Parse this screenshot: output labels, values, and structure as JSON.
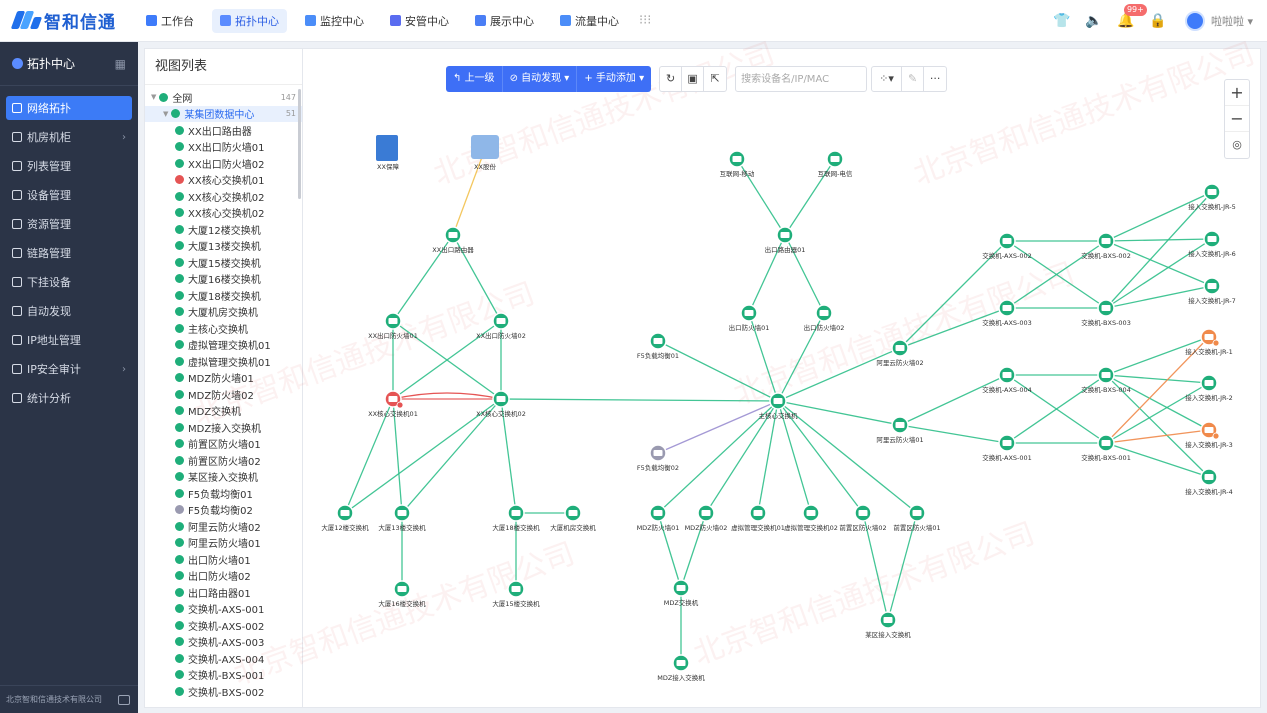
{
  "app": {
    "logo_text": "智和信通"
  },
  "nav": [
    {
      "label": "工作台",
      "active": false
    },
    {
      "label": "拓扑中心",
      "active": true
    },
    {
      "label": "监控中心",
      "active": false
    },
    {
      "label": "安管中心",
      "active": false
    },
    {
      "label": "展示中心",
      "active": false
    },
    {
      "label": "流量中心",
      "active": false
    }
  ],
  "header": {
    "notification_badge": "99+",
    "user_name": "啦啦啦"
  },
  "sidebar": {
    "title": "拓扑中心",
    "items": [
      {
        "label": "网络拓扑",
        "active": true,
        "arrow": ""
      },
      {
        "label": "机房机柜",
        "active": false,
        "arrow": "›"
      },
      {
        "label": "列表管理",
        "active": false,
        "arrow": ""
      },
      {
        "label": "设备管理",
        "active": false,
        "arrow": ""
      },
      {
        "label": "资源管理",
        "active": false,
        "arrow": ""
      },
      {
        "label": "链路管理",
        "active": false,
        "arrow": ""
      },
      {
        "label": "下挂设备",
        "active": false,
        "arrow": ""
      },
      {
        "label": "自动发现",
        "active": false,
        "arrow": ""
      },
      {
        "label": "IP地址管理",
        "active": false,
        "arrow": ""
      },
      {
        "label": "IP安全审计",
        "active": false,
        "arrow": "›"
      },
      {
        "label": "统计分析",
        "active": false,
        "arrow": ""
      }
    ],
    "footer": "北京智和信通技术有限公司"
  },
  "tree": {
    "title": "视图列表",
    "nodes": [
      {
        "label": "全网",
        "count": "147",
        "level": 0,
        "color": "#1fae7a",
        "selected": false
      },
      {
        "label": "某集团数据中心",
        "count": "51",
        "level": 1,
        "color": "#1fae7a",
        "selected": true
      },
      {
        "label": "XX出口路由器",
        "level": 2,
        "color": "#1fae7a"
      },
      {
        "label": "XX出口防火墙01",
        "level": 2,
        "color": "#1fae7a"
      },
      {
        "label": "XX出口防火墙02",
        "level": 2,
        "color": "#1fae7a"
      },
      {
        "label": "XX核心交换机01",
        "level": 2,
        "color": "#e55454"
      },
      {
        "label": "XX核心交换机02",
        "level": 2,
        "color": "#1fae7a"
      },
      {
        "label": "XX核心交换机02",
        "level": 2,
        "color": "#1fae7a"
      },
      {
        "label": "大厦12楼交换机",
        "level": 2,
        "color": "#1fae7a"
      },
      {
        "label": "大厦13楼交换机",
        "level": 2,
        "color": "#1fae7a"
      },
      {
        "label": "大厦15楼交换机",
        "level": 2,
        "color": "#1fae7a"
      },
      {
        "label": "大厦16楼交换机",
        "level": 2,
        "color": "#1fae7a"
      },
      {
        "label": "大厦18楼交换机",
        "level": 2,
        "color": "#1fae7a"
      },
      {
        "label": "大厦机房交换机",
        "level": 2,
        "color": "#1fae7a"
      },
      {
        "label": "主核心交换机",
        "level": 2,
        "color": "#1fae7a"
      },
      {
        "label": "虚拟管理交换机01",
        "level": 2,
        "color": "#1fae7a"
      },
      {
        "label": "虚拟管理交换机01",
        "level": 2,
        "color": "#1fae7a"
      },
      {
        "label": "MDZ防火墙01",
        "level": 2,
        "color": "#1fae7a"
      },
      {
        "label": "MDZ防火墙02",
        "level": 2,
        "color": "#1fae7a"
      },
      {
        "label": "MDZ交换机",
        "level": 2,
        "color": "#1fae7a"
      },
      {
        "label": "MDZ接入交换机",
        "level": 2,
        "color": "#1fae7a"
      },
      {
        "label": "前置区防火墙01",
        "level": 2,
        "color": "#1fae7a"
      },
      {
        "label": "前置区防火墙02",
        "level": 2,
        "color": "#1fae7a"
      },
      {
        "label": "某区接入交换机",
        "level": 2,
        "color": "#1fae7a"
      },
      {
        "label": "F5负载均衡01",
        "level": 2,
        "color": "#1fae7a"
      },
      {
        "label": "F5负载均衡02",
        "level": 2,
        "color": "#9a9ab0"
      },
      {
        "label": "阿里云防火墙02",
        "level": 2,
        "color": "#1fae7a"
      },
      {
        "label": "阿里云防火墙01",
        "level": 2,
        "color": "#1fae7a"
      },
      {
        "label": "出口防火墙01",
        "level": 2,
        "color": "#1fae7a"
      },
      {
        "label": "出口防火墙02",
        "level": 2,
        "color": "#1fae7a"
      },
      {
        "label": "出口路由器01",
        "level": 2,
        "color": "#1fae7a"
      },
      {
        "label": "交换机-AXS-001",
        "level": 2,
        "color": "#1fae7a"
      },
      {
        "label": "交换机-AXS-002",
        "level": 2,
        "color": "#1fae7a"
      },
      {
        "label": "交换机-AXS-003",
        "level": 2,
        "color": "#1fae7a"
      },
      {
        "label": "交换机-AXS-004",
        "level": 2,
        "color": "#1fae7a"
      },
      {
        "label": "交换机-BXS-001",
        "level": 2,
        "color": "#1fae7a"
      },
      {
        "label": "交换机-BXS-002",
        "level": 2,
        "color": "#1fae7a"
      }
    ]
  },
  "toolbar": {
    "up_label": "上一级",
    "auto_label": "自动发现 ▾",
    "add_label": "+ 手动添加 ▾",
    "search_placeholder": "搜索设备名/IP/MAC"
  },
  "watermark": "北京智和信通技术有限公司",
  "topology": {
    "nodes": [
      {
        "id": "bld",
        "label": "XX保障",
        "type": "building",
        "status": "ok"
      },
      {
        "id": "cloud",
        "label": "XX股份",
        "type": "cloud",
        "status": "ok"
      },
      {
        "id": "rt",
        "label": "XX出口路由器",
        "type": "router",
        "status": "ok"
      },
      {
        "id": "fw1",
        "label": "XX出口防火墙01",
        "type": "firewall",
        "status": "ok"
      },
      {
        "id": "fw2",
        "label": "XX出口防火墙02",
        "type": "firewall",
        "status": "ok"
      },
      {
        "id": "cs1",
        "label": "XX核心交换机01",
        "type": "switch",
        "status": "alarm"
      },
      {
        "id": "cs2",
        "label": "XX核心交换机02",
        "type": "switch",
        "status": "ok"
      },
      {
        "id": "f12",
        "label": "大厦12楼交换机",
        "type": "switch",
        "status": "ok"
      },
      {
        "id": "f13",
        "label": "大厦13楼交换机",
        "type": "switch",
        "status": "ok"
      },
      {
        "id": "f18",
        "label": "大厦18楼交换机",
        "type": "switch",
        "status": "ok"
      },
      {
        "id": "fjf",
        "label": "大厦机房交换机",
        "type": "switch",
        "status": "ok"
      },
      {
        "id": "f16",
        "label": "大厦16楼交换机",
        "type": "switch",
        "status": "ok"
      },
      {
        "id": "f15",
        "label": "大厦15楼交换机",
        "type": "switch",
        "status": "ok"
      },
      {
        "id": "inet1",
        "label": "互联网-移动",
        "type": "server",
        "status": "ok"
      },
      {
        "id": "inet2",
        "label": "互联网-电信",
        "type": "server",
        "status": "ok"
      },
      {
        "id": "ort",
        "label": "出口路由器01",
        "type": "router",
        "status": "ok"
      },
      {
        "id": "ofw1",
        "label": "出口防火墙01",
        "type": "firewall",
        "status": "ok"
      },
      {
        "id": "ofw2",
        "label": "出口防火墙02",
        "type": "firewall",
        "status": "ok"
      },
      {
        "id": "f501",
        "label": "F5负载均衡01",
        "type": "lb",
        "status": "ok"
      },
      {
        "id": "f502",
        "label": "F5负载均衡02",
        "type": "lb",
        "status": "off"
      },
      {
        "id": "main",
        "label": "主核心交换机",
        "type": "switch",
        "status": "ok"
      },
      {
        "id": "alfw2",
        "label": "阿里云防火墙02",
        "type": "firewall",
        "status": "ok"
      },
      {
        "id": "alfw1",
        "label": "阿里云防火墙01",
        "type": "firewall",
        "status": "ok"
      },
      {
        "id": "mdzfw1",
        "label": "MDZ防火墙01",
        "type": "firewall",
        "status": "ok"
      },
      {
        "id": "mdzfw2",
        "label": "MDZ防火墙02",
        "type": "firewall",
        "status": "ok"
      },
      {
        "id": "vm1",
        "label": "虚拟管理交换机01",
        "type": "switch",
        "status": "ok"
      },
      {
        "id": "vm2",
        "label": "虚拟管理交换机02",
        "type": "switch",
        "status": "ok"
      },
      {
        "id": "qz2",
        "label": "前置区防火墙02",
        "type": "firewall",
        "status": "ok"
      },
      {
        "id": "qz1",
        "label": "前置区防火墙01",
        "type": "firewall",
        "status": "ok"
      },
      {
        "id": "mdzsw",
        "label": "MDZ交换机",
        "type": "switch",
        "status": "ok"
      },
      {
        "id": "mdzac",
        "label": "MDZ接入交换机",
        "type": "access",
        "status": "ok"
      },
      {
        "id": "mqac",
        "label": "某区接入交换机",
        "type": "access",
        "status": "ok"
      },
      {
        "id": "axs2",
        "label": "交换机-AXS-002",
        "type": "switch",
        "status": "ok"
      },
      {
        "id": "axs3",
        "label": "交换机-AXS-003",
        "type": "switch",
        "status": "ok"
      },
      {
        "id": "axs4",
        "label": "交换机-AXS-004",
        "type": "switch",
        "status": "ok"
      },
      {
        "id": "axs1",
        "label": "交换机-AXS-001",
        "type": "switch",
        "status": "ok"
      },
      {
        "id": "bxs2",
        "label": "交换机-BXS-002",
        "type": "switch",
        "status": "ok"
      },
      {
        "id": "bxs3",
        "label": "交换机-BXS-003",
        "type": "switch",
        "status": "ok"
      },
      {
        "id": "bxs4",
        "label": "交换机-BXS-004",
        "type": "switch",
        "status": "ok"
      },
      {
        "id": "bxs1",
        "label": "交换机-BXS-001",
        "type": "switch",
        "status": "ok"
      },
      {
        "id": "jr5",
        "label": "接入交换机-JR-5",
        "type": "access",
        "status": "ok"
      },
      {
        "id": "jr6",
        "label": "接入交换机-JR-6",
        "type": "access",
        "status": "ok"
      },
      {
        "id": "jr7",
        "label": "接入交换机-JR-7",
        "type": "access",
        "status": "ok"
      },
      {
        "id": "jr1",
        "label": "接入交换机-JR-1",
        "type": "access",
        "status": "warn"
      },
      {
        "id": "jr2",
        "label": "接入交换机-JR-2",
        "type": "access",
        "status": "ok"
      },
      {
        "id": "jr3",
        "label": "接入交换机-JR-3",
        "type": "access",
        "status": "warn"
      },
      {
        "id": "jr4",
        "label": "接入交换机-JR-4",
        "type": "access",
        "status": "ok"
      }
    ],
    "links": [
      [
        "bld",
        "rt",
        "none"
      ],
      [
        "cloud",
        "rt",
        "yellow"
      ],
      [
        "rt",
        "fw1",
        "ok"
      ],
      [
        "rt",
        "fw2",
        "ok"
      ],
      [
        "fw1",
        "cs1",
        "ok"
      ],
      [
        "fw1",
        "cs2",
        "ok"
      ],
      [
        "fw2",
        "cs1",
        "ok"
      ],
      [
        "fw2",
        "cs2",
        "ok"
      ],
      [
        "cs1",
        "cs2",
        "red"
      ],
      [
        "cs1",
        "f12",
        "ok"
      ],
      [
        "cs1",
        "f13",
        "ok"
      ],
      [
        "cs2",
        "f12",
        "ok"
      ],
      [
        "cs2",
        "f13",
        "ok"
      ],
      [
        "cs2",
        "f18",
        "ok"
      ],
      [
        "f18",
        "fjf",
        "ok"
      ],
      [
        "f13",
        "f16",
        "ok"
      ],
      [
        "f18",
        "f15",
        "ok"
      ],
      [
        "cs2",
        "main",
        "ok"
      ],
      [
        "inet1",
        "ort",
        "ok"
      ],
      [
        "inet2",
        "ort",
        "ok"
      ],
      [
        "ort",
        "ofw1",
        "ok"
      ],
      [
        "ort",
        "ofw2",
        "ok"
      ],
      [
        "ofw1",
        "main",
        "ok"
      ],
      [
        "ofw2",
        "main",
        "ok"
      ],
      [
        "f501",
        "main",
        "ok"
      ],
      [
        "f502",
        "main",
        "purple"
      ],
      [
        "main",
        "alfw2",
        "ok"
      ],
      [
        "main",
        "alfw1",
        "ok"
      ],
      [
        "main",
        "mdzfw1",
        "ok"
      ],
      [
        "main",
        "mdzfw2",
        "ok"
      ],
      [
        "main",
        "vm1",
        "ok"
      ],
      [
        "main",
        "vm2",
        "ok"
      ],
      [
        "main",
        "qz2",
        "ok"
      ],
      [
        "main",
        "qz1",
        "ok"
      ],
      [
        "mdzfw1",
        "mdzsw",
        "ok"
      ],
      [
        "mdzfw2",
        "mdzsw",
        "ok"
      ],
      [
        "mdzsw",
        "mdzac",
        "ok"
      ],
      [
        "qz2",
        "mqac",
        "ok"
      ],
      [
        "qz1",
        "mqac",
        "ok"
      ],
      [
        "alfw2",
        "axs2",
        "ok"
      ],
      [
        "alfw2",
        "axs3",
        "ok"
      ],
      [
        "alfw1",
        "axs4",
        "ok"
      ],
      [
        "alfw1",
        "axs1",
        "ok"
      ],
      [
        "axs2",
        "bxs2",
        "ok"
      ],
      [
        "axs2",
        "bxs3",
        "ok"
      ],
      [
        "axs3",
        "bxs2",
        "ok"
      ],
      [
        "axs3",
        "bxs3",
        "ok"
      ],
      [
        "axs4",
        "bxs4",
        "ok"
      ],
      [
        "axs4",
        "bxs1",
        "ok"
      ],
      [
        "axs1",
        "bxs4",
        "ok"
      ],
      [
        "axs1",
        "bxs1",
        "ok"
      ],
      [
        "bxs2",
        "jr5",
        "ok"
      ],
      [
        "bxs2",
        "jr6",
        "ok"
      ],
      [
        "bxs2",
        "jr7",
        "ok"
      ],
      [
        "bxs3",
        "jr5",
        "ok"
      ],
      [
        "bxs3",
        "jr6",
        "ok"
      ],
      [
        "bxs3",
        "jr7",
        "ok"
      ],
      [
        "bxs4",
        "jr1",
        "ok"
      ],
      [
        "bxs4",
        "jr2",
        "ok"
      ],
      [
        "bxs4",
        "jr3",
        "ok"
      ],
      [
        "bxs4",
        "jr4",
        "ok"
      ],
      [
        "bxs1",
        "jr1",
        "orange"
      ],
      [
        "bxs1",
        "jr2",
        "ok"
      ],
      [
        "bxs1",
        "jr3",
        "orange"
      ],
      [
        "bxs1",
        "jr4",
        "ok"
      ]
    ]
  },
  "colors": {
    "accent": "#3e6ff6",
    "ok": "#1fae7a",
    "alarm": "#e55454",
    "warn": "#f08a4b",
    "off": "#9a9ab0",
    "link": "#2fbf8a"
  }
}
